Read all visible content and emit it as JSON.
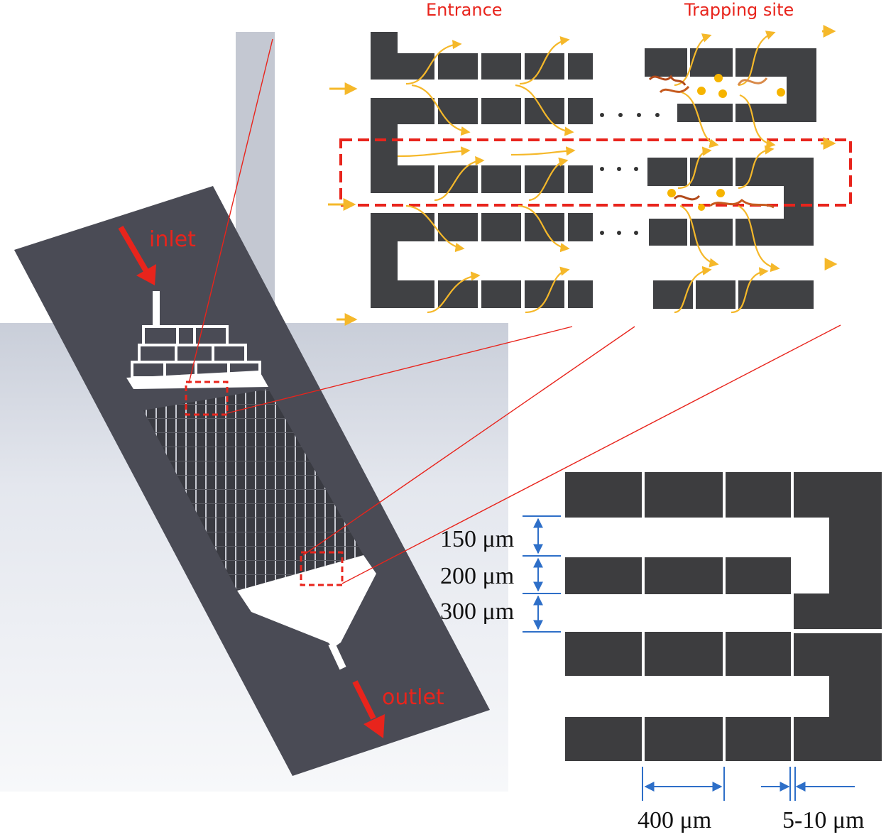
{
  "labels": {
    "entrance": "Entrance",
    "trapping_site": "Trapping site",
    "inlet": "inlet",
    "outlet": "outlet"
  },
  "dimensions": {
    "gap_trap": "150 μm",
    "block_height": "200 μm",
    "channel_width": "300 μm",
    "block_length": "400 μm",
    "gap_small": "5-10 μm"
  },
  "colors": {
    "chip": "#4a4b55",
    "block": "#404144",
    "highlight_red": "#e8241c",
    "flow_arrow": "#f5b82a",
    "dimension_blue": "#2e6fc8",
    "particle_yellow": "#f6b400",
    "cell_brown": "#b24a1b"
  }
}
